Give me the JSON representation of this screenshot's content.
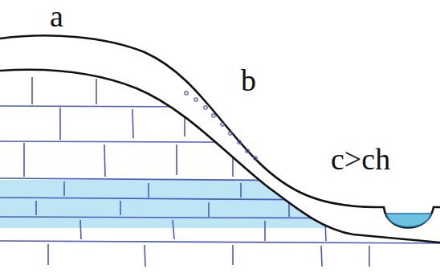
{
  "diagram": {
    "labels": [
      "a",
      "b",
      "c>ch"
    ]
  }
}
